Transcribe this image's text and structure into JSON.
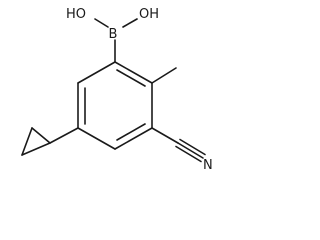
{
  "structure": {
    "atoms": {
      "boron": "B",
      "hydroxyl_left": "HO",
      "hydroxyl_right": "OH",
      "nitrile_nitrogen": "N"
    },
    "substituents": [
      "boronic-acid",
      "methyl",
      "cyano",
      "cyclopropyl"
    ],
    "ring": "benzene",
    "line_color": "#1a1a1a",
    "background_color": "#ffffff"
  }
}
